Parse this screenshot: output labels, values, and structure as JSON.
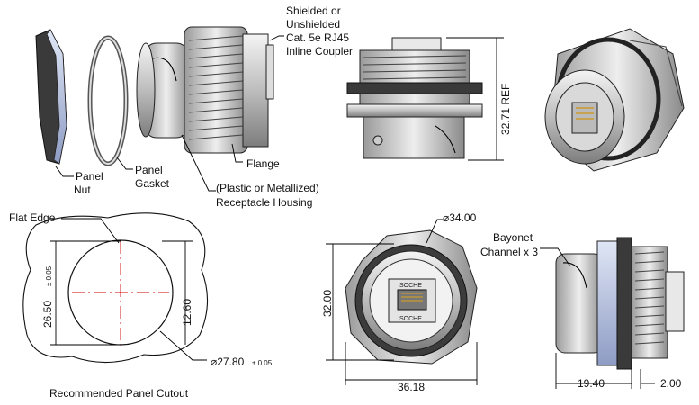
{
  "labels": {
    "coupler_line1": "Shielded or",
    "coupler_line2": "Unshielded",
    "coupler_line3": "Cat. 5e RJ45",
    "coupler_line4": "Inline Coupler",
    "panel_nut_1": "Panel",
    "panel_nut_2": "Nut",
    "panel_gasket_1": "Panel",
    "panel_gasket_2": "Gasket",
    "flange": "Flange",
    "housing_1": "(Plastic or Metallized)",
    "housing_2": "Receptacle Housing",
    "flat_edge": "Flat Edge",
    "bayonet_1": "Bayonet",
    "bayonet_2": "Channel x 3",
    "cutout_caption": "Recommended Panel Cutout",
    "jack_text_top": "SOCHE",
    "jack_text_bottom": "SOCHE"
  },
  "dimensions": {
    "height_ref": "32.71 REF",
    "outer_dia": "⌀34.00",
    "front_height": "32.00",
    "front_width": "36.18",
    "cutout_height": "26.50",
    "cutout_height_tol": "± 0.05",
    "cutout_flat": "12.60",
    "cutout_dia": "⌀27.80",
    "cutout_dia_tol": "± 0.05",
    "side_length": "19.40",
    "side_flange": "2.00"
  },
  "colors": {
    "metal_light": "#e6e6e6",
    "metal_dark": "#8a8a8a",
    "gasket_blue": "#aab8d8",
    "cutout_axis": "#cc0000"
  }
}
